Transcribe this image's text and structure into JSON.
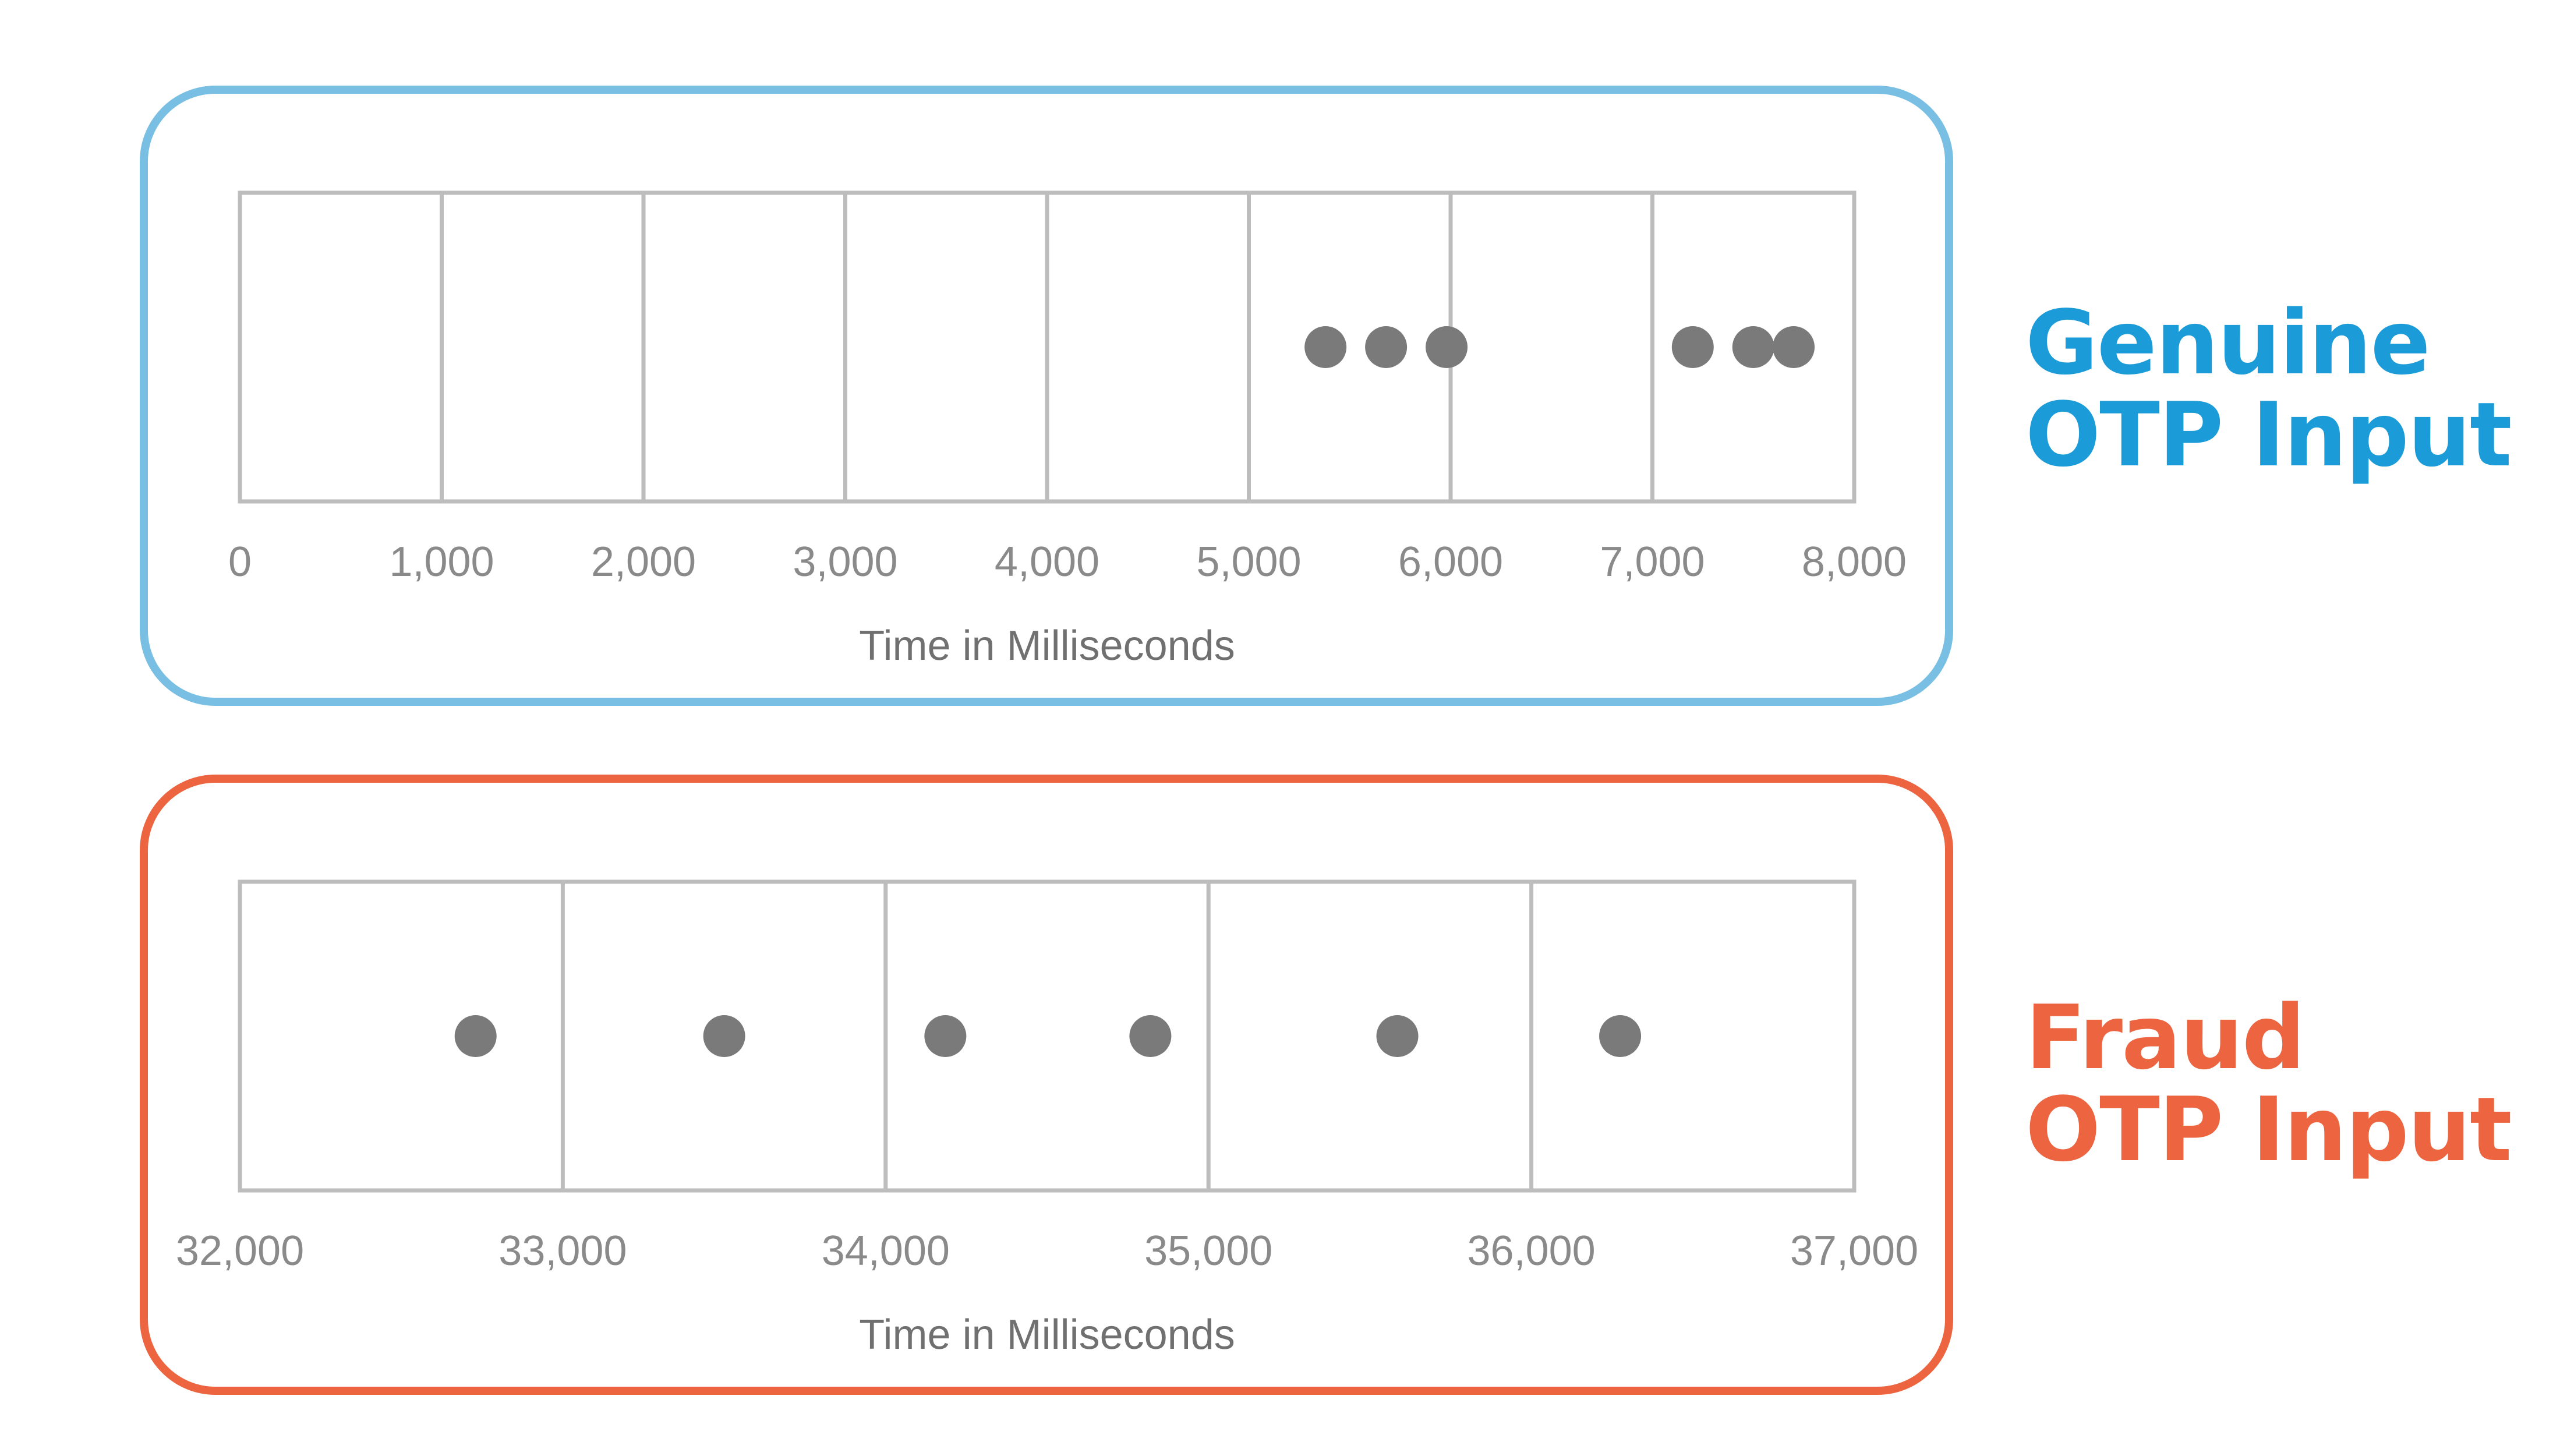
{
  "colors": {
    "genuine": "#78bfe3",
    "genuine_text": "#1b9bd7",
    "fraud": "#ec6440",
    "fraud_text": "#ec6440",
    "grid": "#bdbdbd",
    "point": "#7a7a7a",
    "tick_text": "#8a8a8a",
    "axis_text": "#707070"
  },
  "labels": {
    "genuine": {
      "line1": "Genuine",
      "line2": "OTP Input"
    },
    "fraud": {
      "line1": "Fraud",
      "line2": "OTP Input"
    }
  },
  "chart_data": [
    {
      "type": "scatter",
      "title": "",
      "xlabel": "Time in Milliseconds",
      "ylabel": "",
      "xlim": [
        0,
        8000
      ],
      "xticks": [
        0,
        1000,
        2000,
        3000,
        4000,
        5000,
        6000,
        7000,
        8000
      ],
      "xtick_labels": [
        "0",
        "1,000",
        "2,000",
        "3,000",
        "4,000",
        "5,000",
        "6,000",
        "7,000",
        "8,000"
      ],
      "grid": true,
      "series": [
        {
          "x": [
            5380,
            5680,
            5980,
            7200,
            7500,
            7700
          ]
        }
      ]
    },
    {
      "type": "scatter",
      "title": "",
      "xlabel": "Time in Milliseconds",
      "ylabel": "",
      "xlim": [
        32000,
        37000
      ],
      "xticks": [
        32000,
        33000,
        34000,
        35000,
        36000,
        37000
      ],
      "xtick_labels": [
        "32,000",
        "33,000",
        "34,000",
        "35,000",
        "36,000",
        "37,000"
      ],
      "grid": true,
      "series": [
        {
          "x": [
            32730,
            33500,
            34185,
            34820,
            35585,
            36275
          ]
        }
      ]
    }
  ]
}
